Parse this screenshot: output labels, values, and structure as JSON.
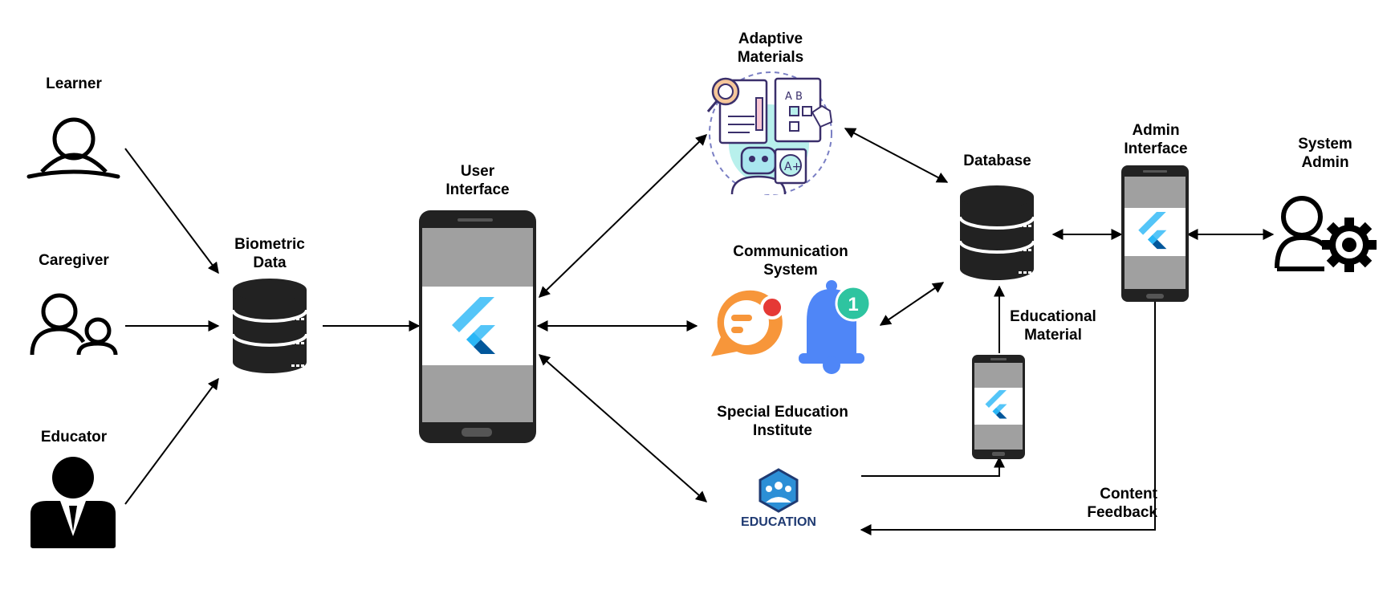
{
  "nodes": {
    "learner": {
      "label": "Learner",
      "icon": "learner-icon"
    },
    "caregiver": {
      "label": "Caregiver",
      "icon": "caregiver-icon"
    },
    "educator": {
      "label": "Educator",
      "icon": "educator-icon"
    },
    "biometric": {
      "label_lines": [
        "Biometric",
        "Data"
      ],
      "icon": "database-icon"
    },
    "user_interface": {
      "label_lines": [
        "User",
        "Interface"
      ],
      "icon": "flutter-phone-icon"
    },
    "adaptive": {
      "label_lines": [
        "Adaptive",
        "Materials"
      ],
      "icon": "adaptive-materials-illustration"
    },
    "communication": {
      "label_lines": [
        "Communication",
        "System"
      ],
      "icon": "chat-and-bell-icons",
      "badge": "1"
    },
    "institute": {
      "label_lines": [
        "Special Education",
        "Institute"
      ],
      "icon": "education-logo",
      "logo_text": "EDUCATION"
    },
    "database": {
      "label": "Database",
      "icon": "database-icon"
    },
    "educational_material": {
      "label_lines": [
        "Educational",
        "Material"
      ],
      "icon": "flutter-phone-icon"
    },
    "admin_interface": {
      "label_lines": [
        "Admin",
        "Interface"
      ],
      "icon": "flutter-phone-icon"
    },
    "system_admin": {
      "label_lines": [
        "System",
        "Admin"
      ],
      "icon": "admin-gear-icon"
    },
    "content_feedback": {
      "label_lines": [
        "Content",
        "Feedback"
      ]
    }
  },
  "colors": {
    "ink": "#000000",
    "dark": "#222222",
    "screen_gray": "#a0a0a0",
    "flutter_light": "#54c5f8",
    "flutter_dark": "#01579b",
    "chat_orange": "#f7963a",
    "bell_blue": "#4f86f7",
    "badge_teal": "#2ec4a0",
    "notify_red": "#e53935",
    "edu_navy": "#1f3a72"
  }
}
